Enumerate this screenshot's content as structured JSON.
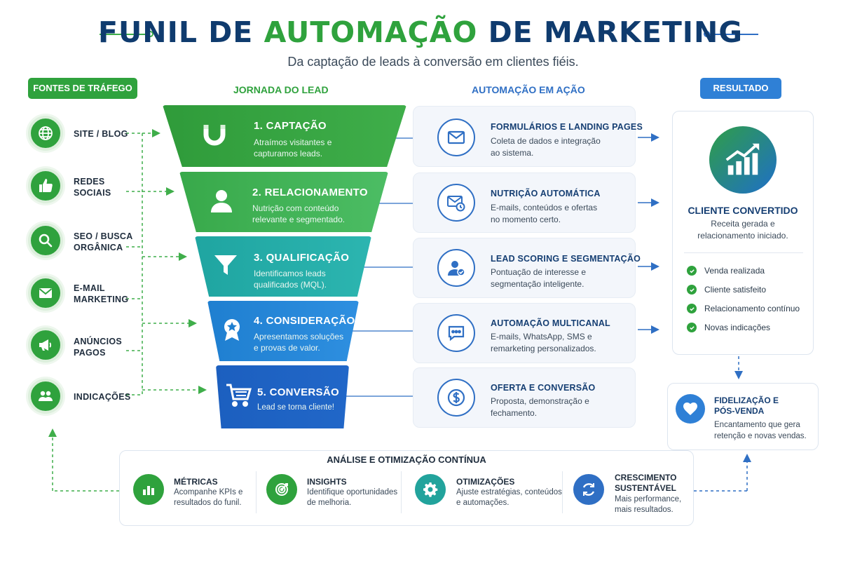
{
  "header": {
    "title_part1": "FUNIL DE ",
    "title_part2": "AUTOMAÇÃO",
    "title_part3": " DE MARKETING",
    "subtitle": "Da captação de leads à conversão em clientes fiéis."
  },
  "columns": {
    "sources": "FONTES DE TRÁFEGO",
    "journey": "JORNADA DO LEAD",
    "automation": "AUTOMAÇÃO EM AÇÃO",
    "result": "RESULTADO"
  },
  "sources": [
    {
      "label": "SITE / BLOG",
      "icon": "globe-icon"
    },
    {
      "label": "REDES\nSOCIAIS",
      "icon": "thumbs-up-icon"
    },
    {
      "label": "SEO / BUSCA\nORGÂNICA",
      "icon": "search-icon"
    },
    {
      "label": "E-MAIL\nMARKETING",
      "icon": "mail-icon"
    },
    {
      "label": "ANÚNCIOS\nPAGOS",
      "icon": "megaphone-icon"
    },
    {
      "label": "INDICAÇÕES",
      "icon": "people-icon"
    }
  ],
  "stages": [
    {
      "title": "1. CAPTAÇÃO",
      "desc": "Atraímos visitantes e\ncapturamos leads.",
      "icon": "magnet-icon"
    },
    {
      "title": "2. RELACIONAMENTO",
      "desc": "Nutrição com conteúdo\nrelevante e segmentado.",
      "icon": "user-icon"
    },
    {
      "title": "3. QUALIFICAÇÃO",
      "desc": "Identificamos leads\nqualificados (MQL).",
      "icon": "filter-icon"
    },
    {
      "title": "4. CONSIDERAÇÃO",
      "desc": "Apresentamos soluções\ne provas de valor.",
      "icon": "badge-icon"
    },
    {
      "title": "5. CONVERSÃO",
      "desc": "Lead se torna cliente!",
      "icon": "cart-icon"
    }
  ],
  "automations": [
    {
      "title": "FORMULÁRIOS E LANDING PAGES",
      "desc": "Coleta de dados e integração\nao sistema.",
      "icon": "envelope-icon"
    },
    {
      "title": "NUTRIÇÃO AUTOMÁTICA",
      "desc": "E-mails, conteúdos e ofertas\nno momento certo.",
      "icon": "mail-clock-icon"
    },
    {
      "title": "LEAD SCORING E SEGMENTAÇÃO",
      "desc": "Pontuação de interesse e\nsegmentação inteligente.",
      "icon": "user-check-icon"
    },
    {
      "title": "AUTOMAÇÃO MULTICANAL",
      "desc": "E-mails, WhatsApp, SMS e\nremarketing personalizados.",
      "icon": "chat-icon"
    },
    {
      "title": "OFERTA E CONVERSÃO",
      "desc": "Proposta, demonstração e\nfechamento.",
      "icon": "dollar-icon"
    }
  ],
  "result": {
    "title": "CLIENTE CONVERTIDO",
    "desc": "Receita gerada e\nrelacionamento iniciado.",
    "items": [
      "Venda realizada",
      "Cliente satisfeito",
      "Relacionamento contínuo",
      "Novas indicações"
    ],
    "loyalty_title": "FIDELIZAÇÃO E\nPÓS-VENDA",
    "loyalty_desc": "Encantamento que gera\nretenção e novas vendas."
  },
  "analysis": {
    "title": "ANÁLISE E OTIMIZAÇÃO CONTÍNUA",
    "items": [
      {
        "title": "MÉTRICAS",
        "desc": "Acompanhe KPIs e\nresultados do funil.",
        "icon": "bar-chart-icon",
        "color": "#2fa23d"
      },
      {
        "title": "INSIGHTS",
        "desc": "Identifique oportunidades\nde melhoria.",
        "icon": "target-icon",
        "color": "#2fa23d"
      },
      {
        "title": "OTIMIZAÇÕES",
        "desc": "Ajuste estratégias, conteúdos\ne automações.",
        "icon": "gear-icon",
        "color": "#22a39c"
      },
      {
        "title": "CRESCIMENTO\nSUSTENTÁVEL",
        "desc": "Mais performance,\nmais resultados.",
        "icon": "refresh-icon",
        "color": "#2f6fc4"
      }
    ]
  },
  "colors": {
    "green": "#2fa23d",
    "blue": "#2f6fc4",
    "navy": "#0f3b6e"
  }
}
